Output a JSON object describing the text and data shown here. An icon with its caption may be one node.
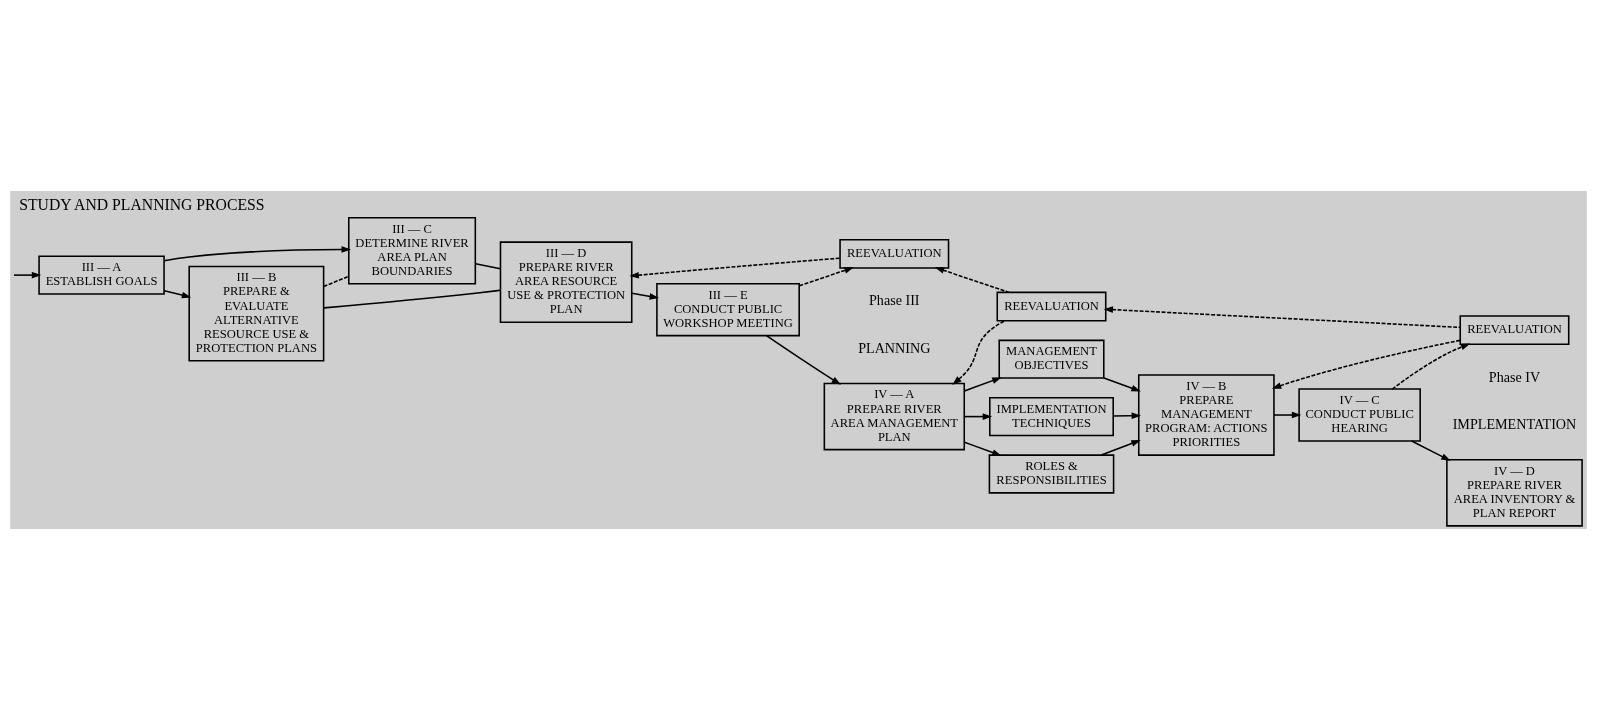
{
  "diagram": {
    "title": "STUDY AND PLANNING PROCESS",
    "nodes": [
      {
        "text": [
          "III — A",
          "ESTABLISH GOALS"
        ]
      },
      {
        "text": [
          "III — B",
          "PREPARE & EVALUATE ALTERNATIVE RESOURCE USE & PROTECTION PLANS"
        ]
      },
      {
        "text": [
          "III — C",
          "DETERMINE RIVER AREA PLAN BOUNDARIES"
        ]
      },
      {
        "text": [
          "III — D",
          "PREPARE RIVER AREA RESOURCE USE & PROTECTION PLAN"
        ]
      },
      {
        "text": [
          "III — E",
          "CONDUCT PUBLIC WORKSHOP MEETING"
        ]
      },
      {
        "text": [
          "REEVALUATION"
        ]
      },
      {
        "text": [
          "IV — A",
          "PREPARE RIVER AREA MANAGEMENT PLAN"
        ]
      },
      {
        "text": [
          "MANAGEMENT OBJECTIVES"
        ]
      },
      {
        "text": [
          "IMPLEMENTATION TECHNIQUES"
        ]
      },
      {
        "text": [
          "ROLES & RESPONSIBILITIES"
        ]
      },
      {
        "text": [
          "REEVALUATION"
        ]
      },
      {
        "text": [
          "IV — B",
          "PREPARE MANAGEMENT PROGRAM: ACTIONS PRIORITIES"
        ]
      },
      {
        "text": [
          "IV — C",
          "CONDUCT PUBLIC HEARING"
        ]
      },
      {
        "text": [
          "REEVALUATION"
        ]
      },
      {
        "text": [
          "IV — D",
          "PREPARE RIVER AREA INVENTORY & PLAN REPORT"
        ]
      }
    ],
    "edges": [
      {
        "from": null,
        "to": 0,
        "arrow": "to"
      },
      {
        "from": 0,
        "to": 1,
        "arrow": "to"
      },
      {
        "from": 0,
        "to": 2,
        "arrow": "to"
      },
      {
        "from": 1,
        "to": 2,
        "arrow": "none",
        "style": "dashed"
      },
      {
        "from": 1,
        "to": 3,
        "arrow": "none"
      },
      {
        "from": 2,
        "to": 3,
        "arrow": "none"
      },
      {
        "from": 3,
        "to": 4,
        "arrow": "to"
      },
      {
        "from": 4,
        "to": 6,
        "arrow": "to"
      },
      {
        "from": 4,
        "to": 5,
        "arrow": "to",
        "style": "dashed"
      },
      {
        "from": 5,
        "to": 3,
        "arrow": "to",
        "style": "dashed"
      },
      {
        "from": 10,
        "to": 5,
        "arrow": "to",
        "style": "dashed"
      },
      {
        "from": 10,
        "to": 6,
        "arrow": "to",
        "style": "dashed"
      },
      {
        "from": 6,
        "to": 7,
        "arrow": "to"
      },
      {
        "from": 6,
        "to": 8,
        "arrow": "to"
      },
      {
        "from": 6,
        "to": 9,
        "arrow": "to"
      },
      {
        "from": 7,
        "to": 11,
        "arrow": "to"
      },
      {
        "from": 8,
        "to": 11,
        "arrow": "to"
      },
      {
        "from": 9,
        "to": 11,
        "arrow": "to"
      },
      {
        "from": 11,
        "to": 12,
        "arrow": "to"
      },
      {
        "from": 12,
        "to": 14,
        "arrow": "to"
      },
      {
        "from": 12,
        "to": 13,
        "arrow": "to",
        "style": "dashed"
      },
      {
        "from": 13,
        "to": 11,
        "arrow": "to",
        "style": "dashed"
      },
      {
        "from": 13,
        "to": 10,
        "arrow": "to",
        "style": "dashed"
      }
    ],
    "labels": [
      "Phase III",
      "PLANNING",
      "Phase IV",
      "IMPLEMENTATION"
    ]
  }
}
